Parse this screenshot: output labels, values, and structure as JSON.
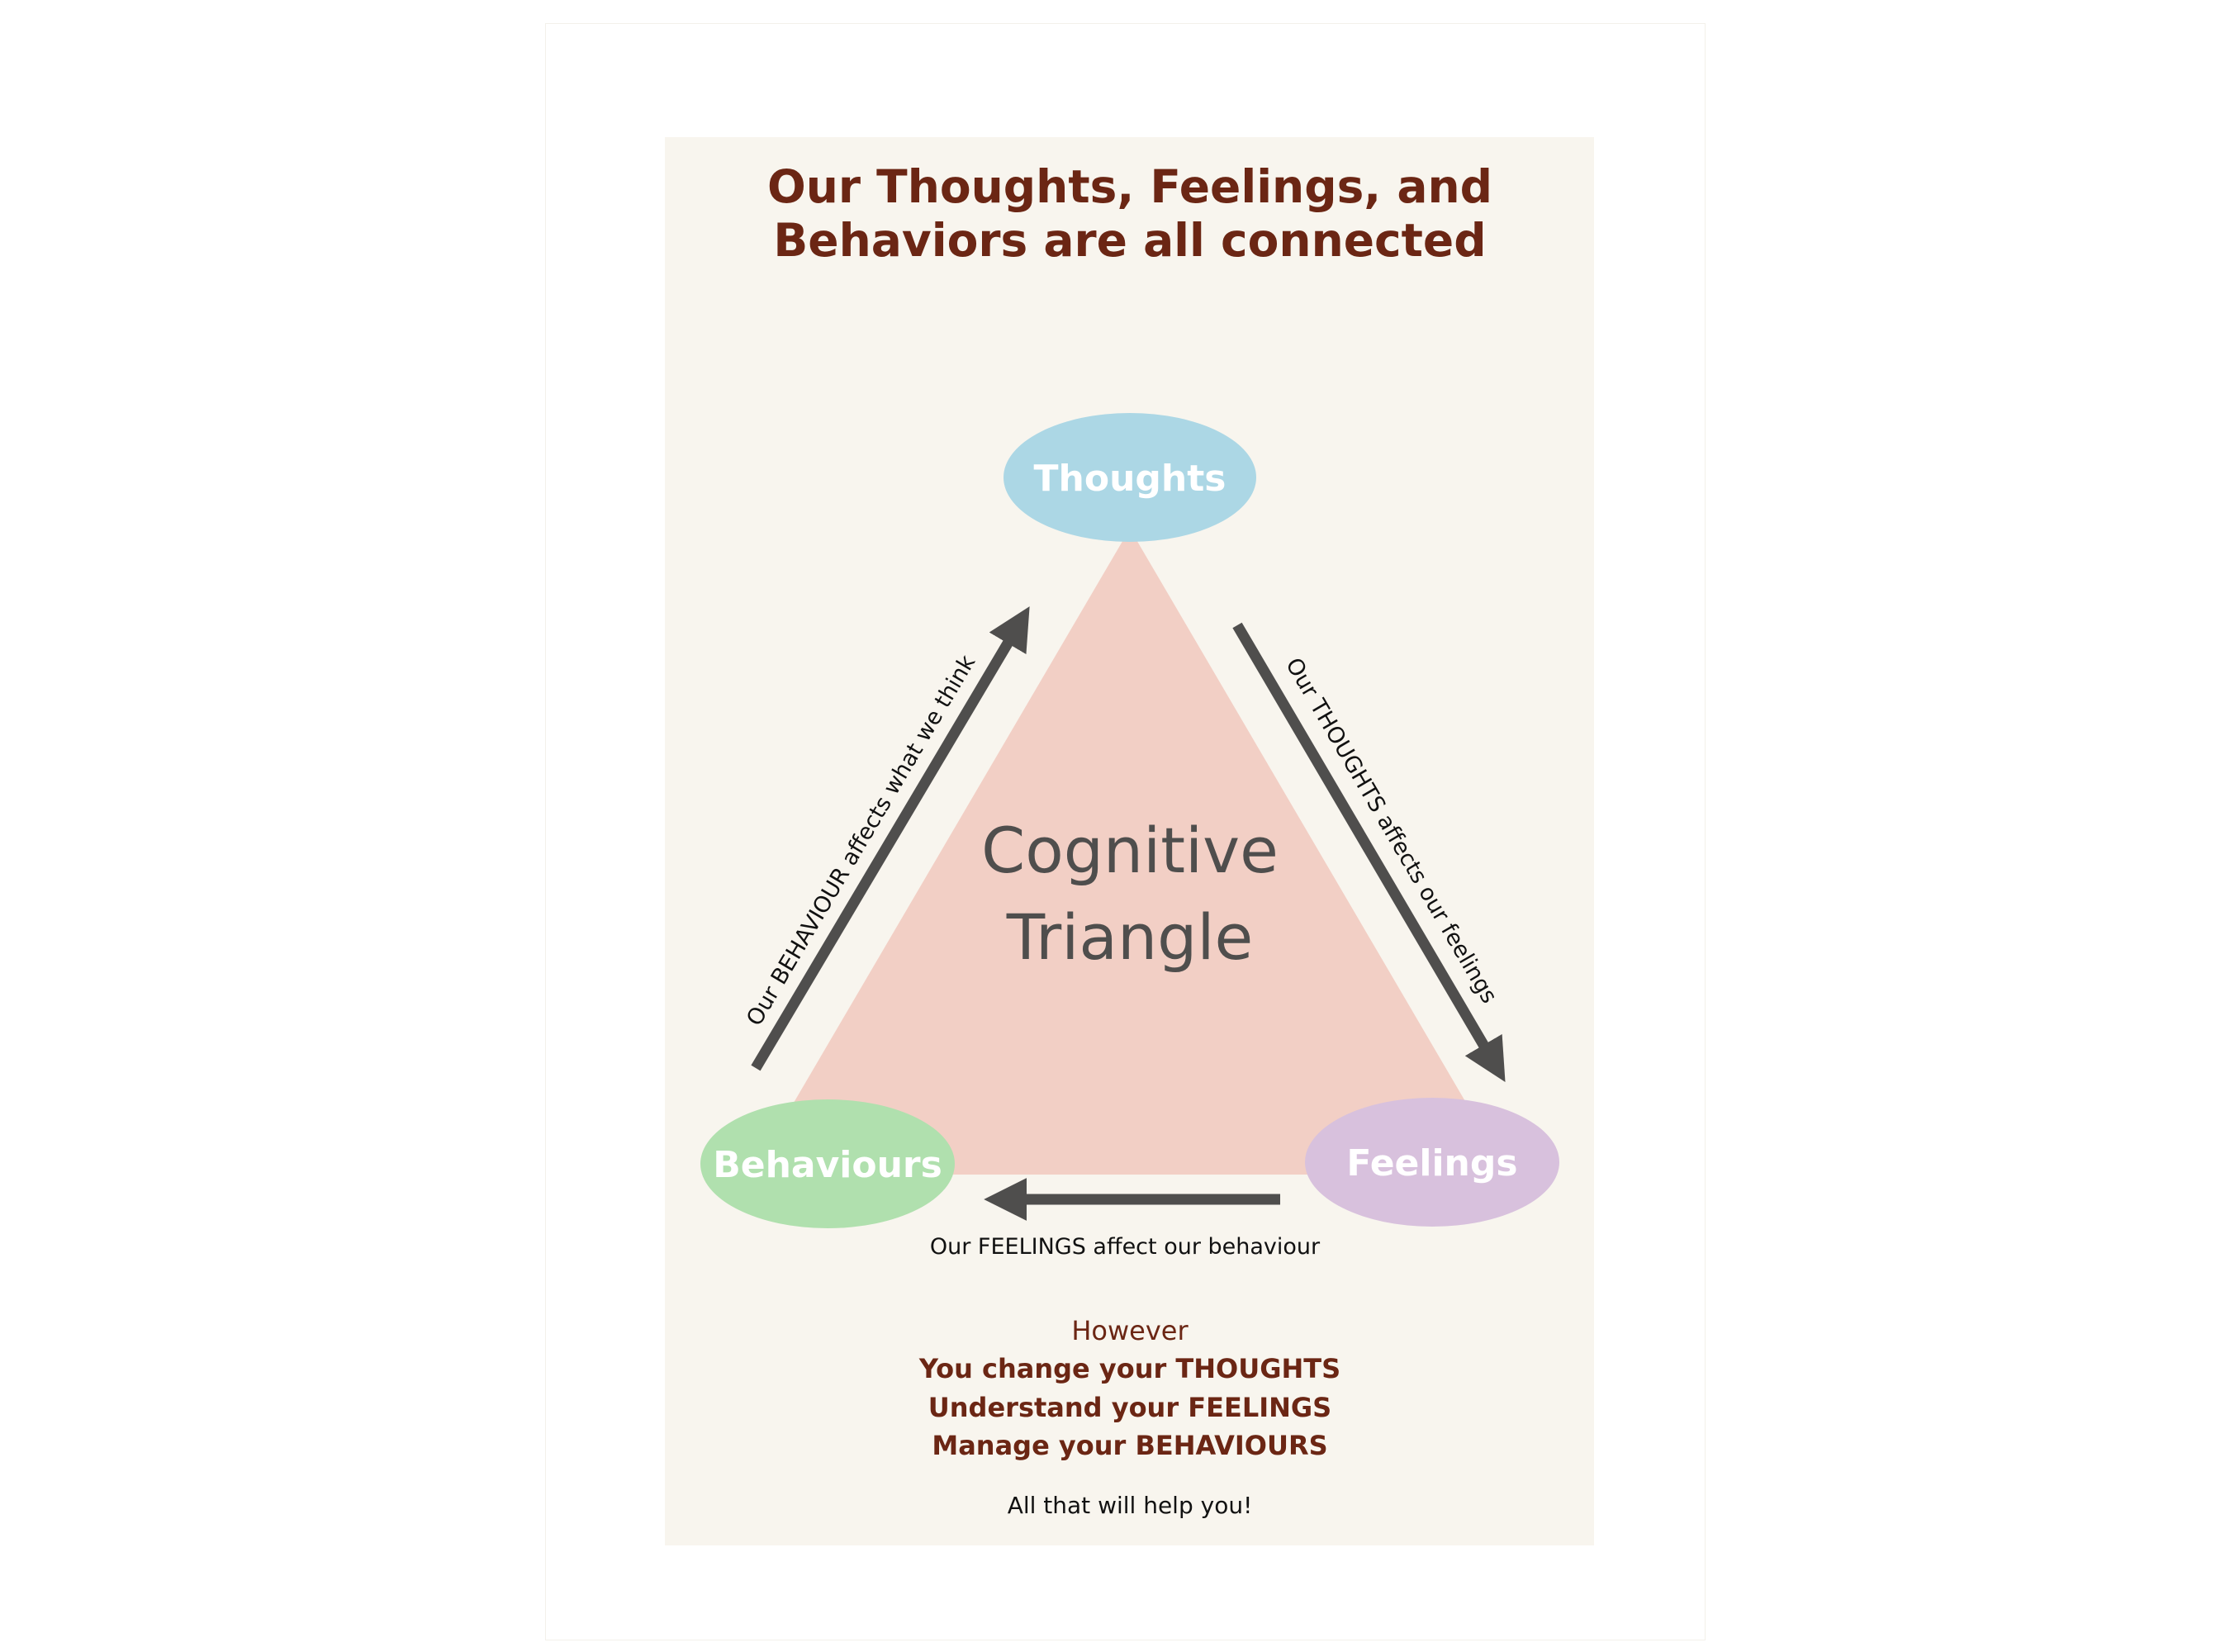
{
  "poster": {
    "title_line1": "Our Thoughts, Feelings, and",
    "title_line2": "Behaviors are all connected",
    "center_line1": "Cognitive",
    "center_line2": "Triangle"
  },
  "nodes": {
    "thoughts": "Thoughts",
    "feelings": "Feelings",
    "behaviours": "Behaviours"
  },
  "edges": {
    "thoughts_to_feelings": "Our THOUGHTS affects our feelings",
    "feelings_to_behaviours": "Our FEELINGS affect our behaviour",
    "behaviours_to_thoughts": "Our BEHAVIOUR affects what we think"
  },
  "footer": {
    "intro": "However",
    "line1": "You change  your THOUGHTS",
    "line2": "Understand your FEELINGS",
    "line3": "Manage your BEHAVIOURS",
    "closing": "All that will help you!"
  },
  "colors": {
    "title": "#6b2614",
    "poster_background": "#f8f5ee",
    "triangle": "#f2cfc5",
    "thoughts_node": "#acd7e5",
    "feelings_node": "#d8c1dd",
    "behaviours_node": "#b0e0ae",
    "arrow": "#4f4e4d",
    "center_text": "#4f4e4d"
  }
}
